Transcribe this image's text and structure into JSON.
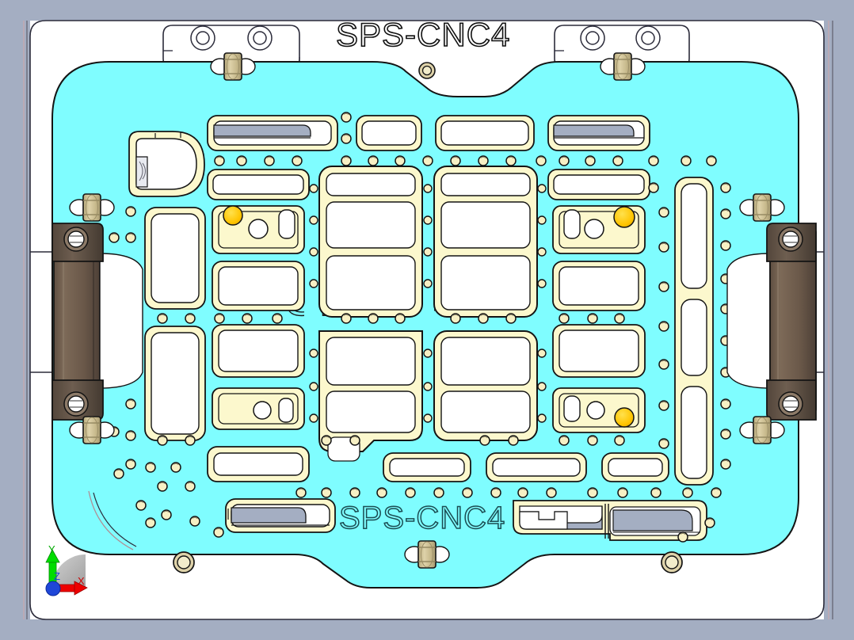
{
  "app": {
    "title": "SPS-CNC4",
    "view_type": "3d-cad-top-view",
    "background_color": "#a4aec2"
  },
  "model": {
    "name": "SPS-CNC4",
    "engraved_label_top": "SPS-CNC4",
    "engraved_label_center": "SPS-CNC4",
    "engraved_label_bottom": "SPS-CNC4",
    "body_color": "#7ffdff",
    "pocket_color": "#fcf8cd",
    "cavity_color": "#ffffff",
    "shadow_color": "#adb0c3",
    "fastener_color": "#d6caa0",
    "clamp_color": "#6e5c4d",
    "marker_color": "#ffcc00",
    "outline_color": "#141414"
  },
  "axis_triad": {
    "x_label": "X",
    "y_label": "Y",
    "z_label": "Z",
    "x_color": "#ee0000",
    "y_color": "#00dd00",
    "z_color": "#0000dd",
    "origin_color": "#1f47d8"
  },
  "components": {
    "base_plate": "base-plate",
    "fixture_plate": "cyan-fixture-plate",
    "left_clamp": "left-side-clamp-rail",
    "right_clamp": "right-side-clamp-rail",
    "mount_tab_left": "top-left-mounting-tab",
    "mount_tab_right": "top-right-mounting-tab"
  },
  "counts": {
    "hex_fasteners": 10,
    "clamp_rails": 2,
    "mounting_tabs": 2,
    "yellow_markers": 3
  }
}
